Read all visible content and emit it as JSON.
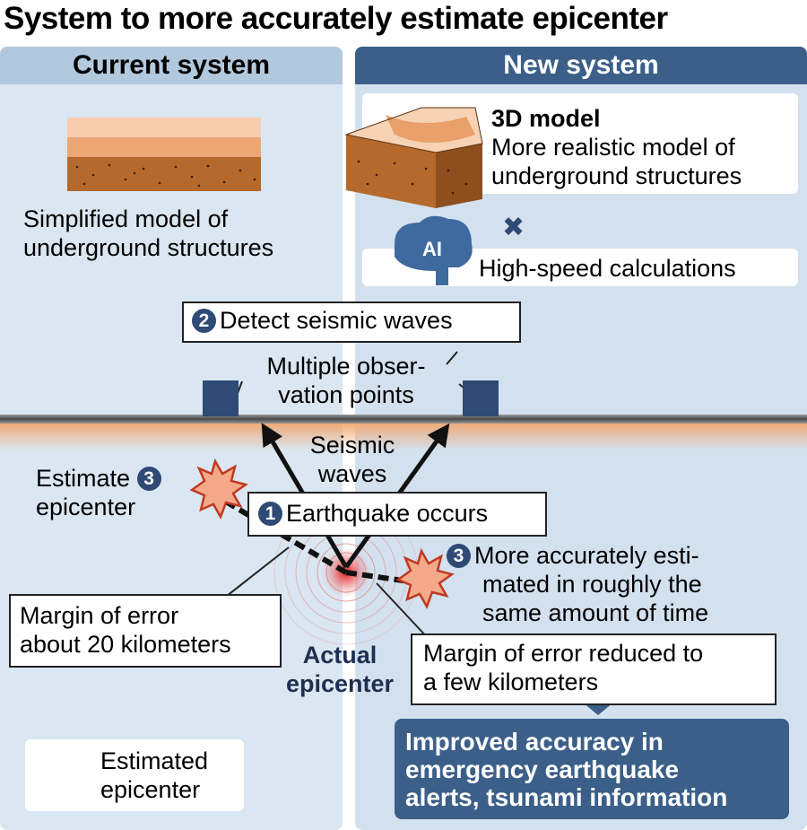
{
  "title": "System to more accurately estimate epicenter",
  "current": {
    "header": "Current system",
    "model_line1": "Simplified model of",
    "model_line2": "underground structures"
  },
  "new": {
    "header": "New system",
    "model_title": "3D model",
    "model_line1": "More realistic model of",
    "model_line2": "underground structures",
    "ai_label": "AI",
    "times_symbol": "✖",
    "calc": "High-speed calculations"
  },
  "steps": {
    "detect_num": "2",
    "detect": "Detect seismic waves",
    "obs_line1": "Multiple obser-",
    "obs_line2": "vation points",
    "waves_line1": "Seismic",
    "waves_line2": "waves",
    "quake_num": "1",
    "quake": "Earthquake occurs",
    "estimate_line1": "Estimate",
    "estimate_num": "3",
    "estimate_line2": "epicenter",
    "accurate_num": "3",
    "accurate_line1": "More accurately esti-",
    "accurate_line2": "mated in roughly the",
    "accurate_line3": "same amount of time"
  },
  "margins": {
    "old_line1": "Margin of error",
    "old_line2": "about 20 kilometers",
    "new_line1": "Margin of error reduced to",
    "new_line2": "a few kilometers"
  },
  "actual": {
    "line1": "Actual",
    "line2": "epicenter"
  },
  "legend": {
    "line1": "Estimated",
    "line2": "epicenter"
  },
  "result": {
    "line1": "Improved accuracy in",
    "line2": "emergency earthquake",
    "line3": "alerts, tsunami information"
  },
  "colors": {
    "navy": "#2e4a75",
    "header_blue": "#3b5f88",
    "soil": "#b5692c",
    "star_fill": "#f4a98b",
    "star_stroke": "#c0391f",
    "epicenter_red": "#e01b1b"
  }
}
